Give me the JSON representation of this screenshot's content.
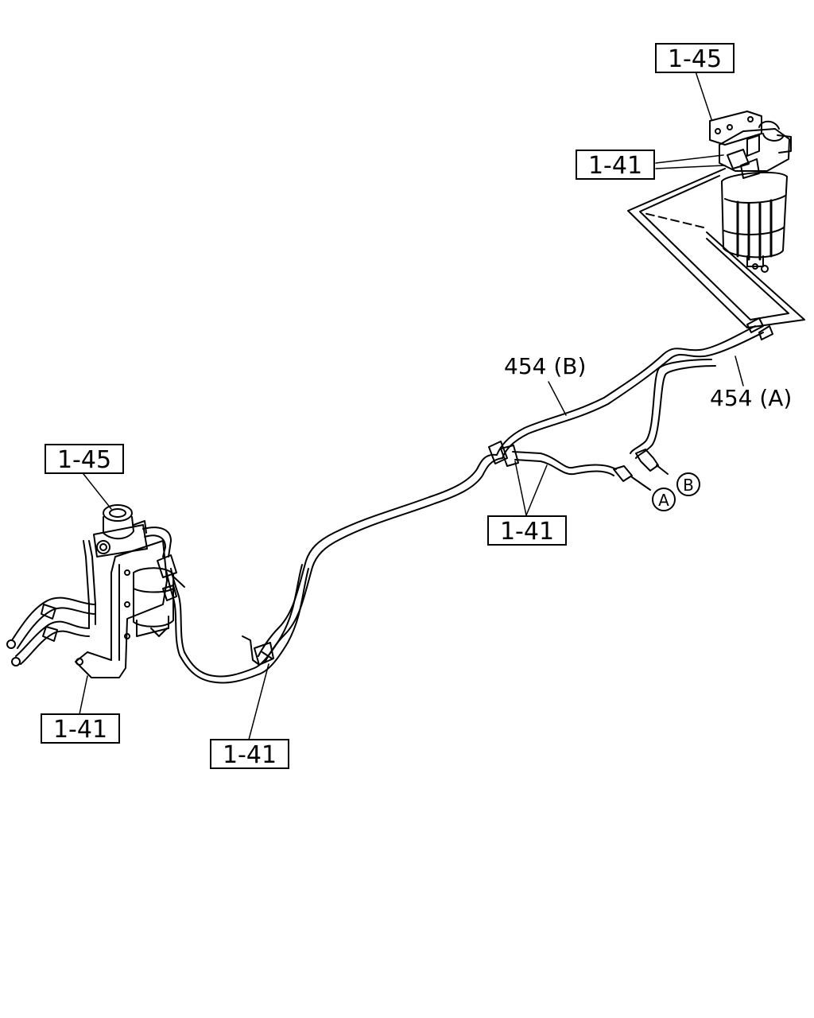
{
  "diagram": {
    "callouts": {
      "ref_top_right": "1-45",
      "ref_top_right_fitting": "1-41",
      "ref_left_filter": "1-45",
      "ref_left_bracket": "1-41",
      "ref_center_clip": "1-41",
      "ref_mid_clips": "1-41"
    },
    "parts": {
      "pipe_b": "454 (B)",
      "pipe_a": "454 (A)"
    },
    "connectors": {
      "a": "A",
      "b": "B"
    }
  },
  "colors": {
    "line": "#000000",
    "background": "#ffffff"
  }
}
